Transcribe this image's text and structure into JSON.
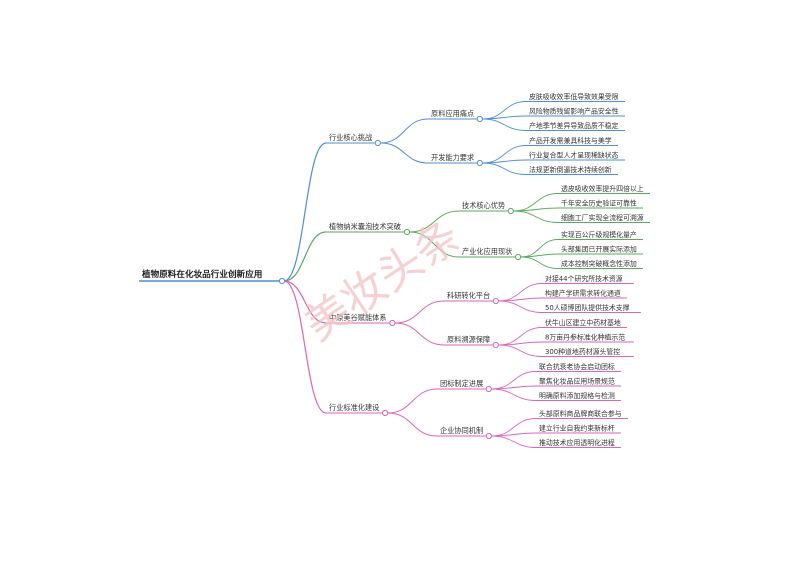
{
  "root": {
    "label": "植物原料在化妆品行业创新应用"
  },
  "watermark": "美妆头条",
  "colors": {
    "blue": "#4f8fd6",
    "green": "#5aaa5e",
    "pink": "#d966b8"
  },
  "branches": [
    {
      "label": "行业核心挑战",
      "color": "blue",
      "children": [
        {
          "label": "原料应用痛点",
          "leaves": [
            "皮肤吸收效率低导致效果受限",
            "风险物质残留影响产品安全性",
            "产地季节差异导致品质不稳定"
          ]
        },
        {
          "label": "开发能力要求",
          "leaves": [
            "产品开发需兼具科技与美学",
            "行业复合型人才呈现稀缺状态",
            "法规更新倒逼技术持续创新"
          ]
        }
      ]
    },
    {
      "label": "植物纳米囊泡技术突破",
      "color": "green",
      "children": [
        {
          "label": "技术核心优势",
          "leaves": [
            "透皮吸收效率提升四倍以上",
            "千年安全历史验证可靠性",
            "细胞工厂实现全流程可溯源"
          ]
        },
        {
          "label": "产业化应用现状",
          "leaves": [
            "实现百公斤级规模化量产",
            "头部集团已开展实际添加",
            "成本控制突破概念性添加"
          ]
        }
      ]
    },
    {
      "label": "中原美谷赋能体系",
      "color": "pink",
      "children": [
        {
          "label": "科研转化平台",
          "leaves": [
            "对接44个研究所技术资源",
            "构建产学研需求转化通道",
            "50人硕博团队提供技术支撑"
          ]
        },
        {
          "label": "原料溯源保障",
          "leaves": [
            "伏牛山区建立中药材基地",
            "8万亩丹参标准化种植示范",
            "300种道地药材源头管控"
          ]
        }
      ]
    },
    {
      "label": "行业标准化建设",
      "color": "pink",
      "children": [
        {
          "label": "团标制定进展",
          "leaves": [
            "联合抗衰老协会启动团标",
            "聚焦化妆品应用场景规范",
            "明确原料添加规格与检测"
          ]
        },
        {
          "label": "企业协同机制",
          "leaves": [
            "头部原料商品牌商联合参与",
            "建立行业自我约束新标杆",
            "推动技术应用透明化进程"
          ]
        }
      ]
    }
  ]
}
